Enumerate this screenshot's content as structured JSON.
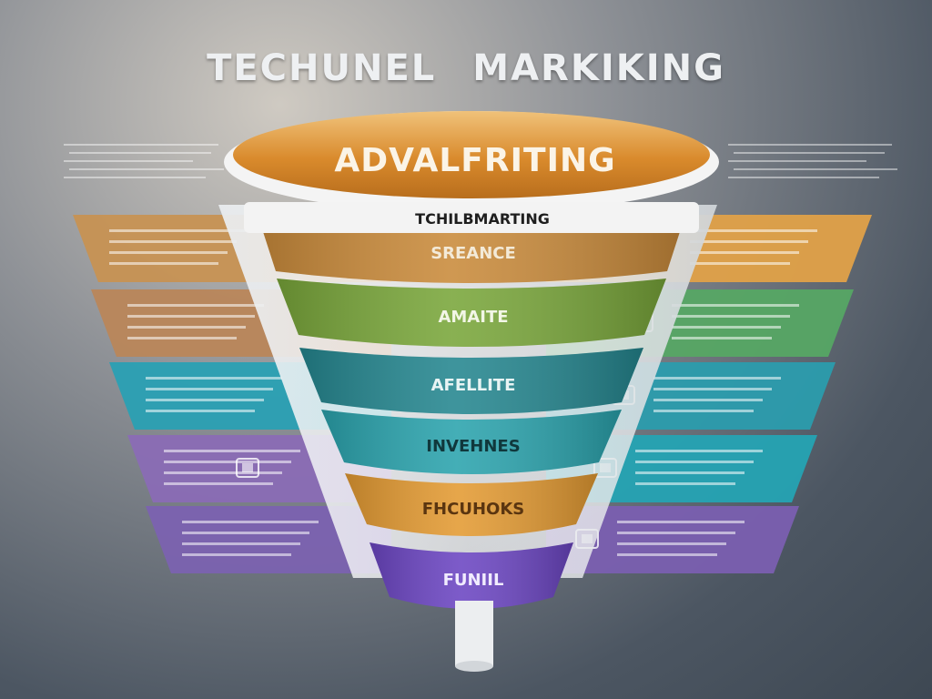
{
  "title": {
    "word1": "TECHUNEL",
    "word2": "MARKIKING"
  },
  "funnel": {
    "top_label": "ADVALFRITING",
    "rim_label": "TCHILBMARTING",
    "levels": [
      {
        "label": "SREANCE",
        "color": "#c98a3a",
        "text_color": "#f3ead8"
      },
      {
        "label": "AMAITE",
        "color": "#79a63a",
        "text_color": "#f2f6e6"
      },
      {
        "label": "AFELLITE",
        "color": "#24868f",
        "text_color": "#e8f4f4"
      },
      {
        "label": "INVEHNES",
        "color": "#2aa3ad",
        "text_color": "#10383c"
      },
      {
        "label": "FHCUHOKS",
        "color": "#e39a32",
        "text_color": "#5a3510"
      },
      {
        "label": "FUNIIL",
        "color": "#6b45c2",
        "text_color": "#f1ecff"
      }
    ]
  },
  "side_panels": {
    "left": [
      {
        "color": "#c79253"
      },
      {
        "color": "#b9865a"
      },
      {
        "color": "#2aa0b3"
      },
      {
        "color": "#8a6bb5"
      },
      {
        "color": "#7b62b0"
      }
    ],
    "right": [
      {
        "color": "#e0a148"
      },
      {
        "color": "#56a664"
      },
      {
        "color": "#2b9cad"
      },
      {
        "color": "#25a3b3"
      },
      {
        "color": "#7a5fb0"
      }
    ]
  },
  "icons": [
    "monitor-icon",
    "cloud-icon",
    "laptop-icon",
    "megaphone-icon",
    "phone-icon",
    "document-icon"
  ]
}
